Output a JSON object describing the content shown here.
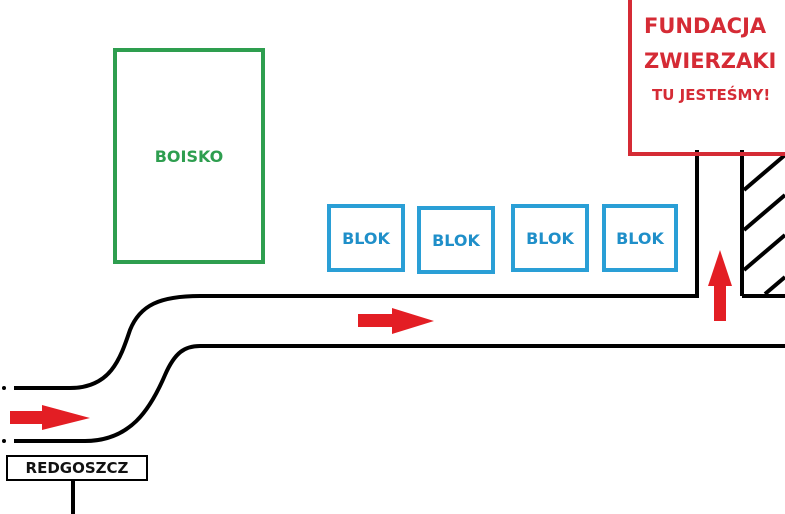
{
  "title": "Mapa dojazdu do Fundacji Zwierzaki",
  "labels": {
    "field": "BOISKO",
    "blocks": [
      "BLOK",
      "BLOK",
      "BLOK",
      "BLOK"
    ],
    "foundation_line1": "FUNDACJA",
    "foundation_line2": "ZWIERZAKI",
    "foundation_line3": "TU JESTEŚMY!",
    "city_sign": "REDGOSZCZ"
  },
  "colors": {
    "field": "#2e9e4f",
    "block": "#2a9fd6",
    "foundation": "#d52b35",
    "arrow": "#e31e24",
    "road": "#000000"
  },
  "arrows": [
    {
      "direction": "right",
      "location": "entry-road"
    },
    {
      "direction": "right",
      "location": "main-road"
    },
    {
      "direction": "up",
      "location": "driveway"
    }
  ]
}
